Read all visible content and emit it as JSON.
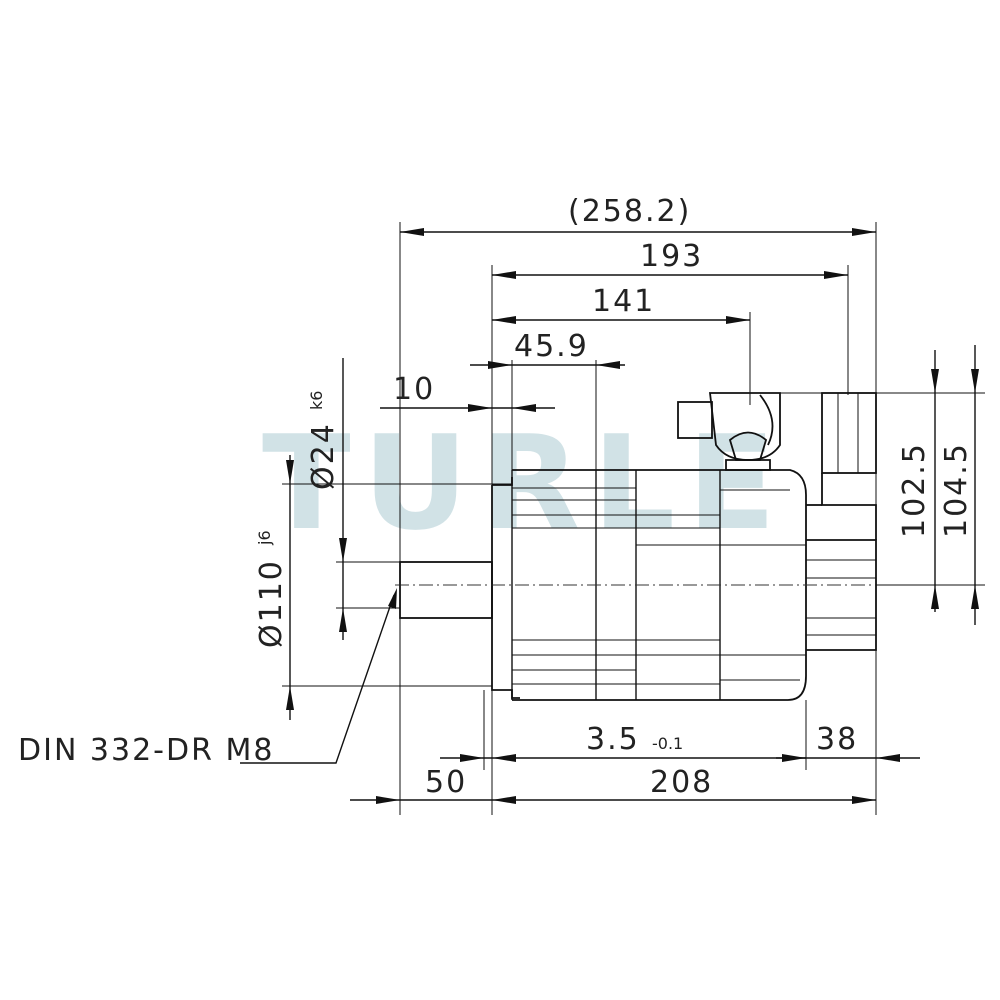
{
  "watermark": "TURLE",
  "dimensions": {
    "overall_ref": "(258.2)",
    "d193": "193",
    "d141": "141",
    "d45_9": "45.9",
    "d10": "10",
    "d50": "50",
    "d208": "208",
    "d3_5": "3.5",
    "tol_3_5": "-0.1",
    "d38": "38",
    "h102_5": "102.5",
    "h104_5": "104.5",
    "dia24": "Ø24",
    "fit_k6": "k6",
    "dia110": "Ø110",
    "fit_j6": "j6"
  },
  "callout": "DIN 332-DR M8"
}
